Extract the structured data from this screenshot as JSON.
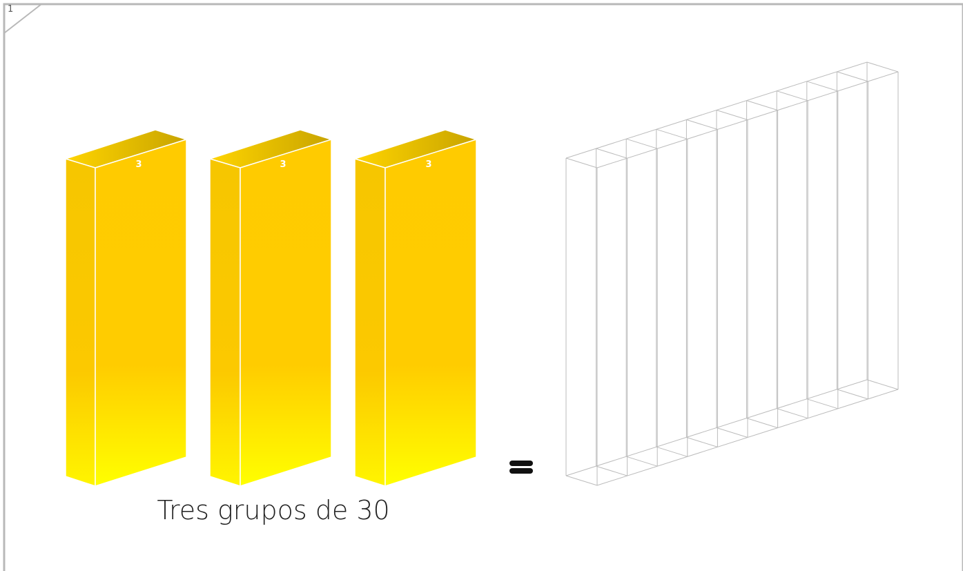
{
  "page": {
    "number": "1"
  },
  "blocks": [
    {
      "label": "3"
    },
    {
      "label": "3"
    },
    {
      "label": "3"
    }
  ],
  "operator": "=",
  "caption": "Tres grupos de 30",
  "colors": {
    "block_top": "#f0c800",
    "block_front_top": "#ffcc00",
    "block_front_bottom": "#ffff00",
    "outline": "#bbbbbb",
    "frame": "#b8b8b8"
  }
}
